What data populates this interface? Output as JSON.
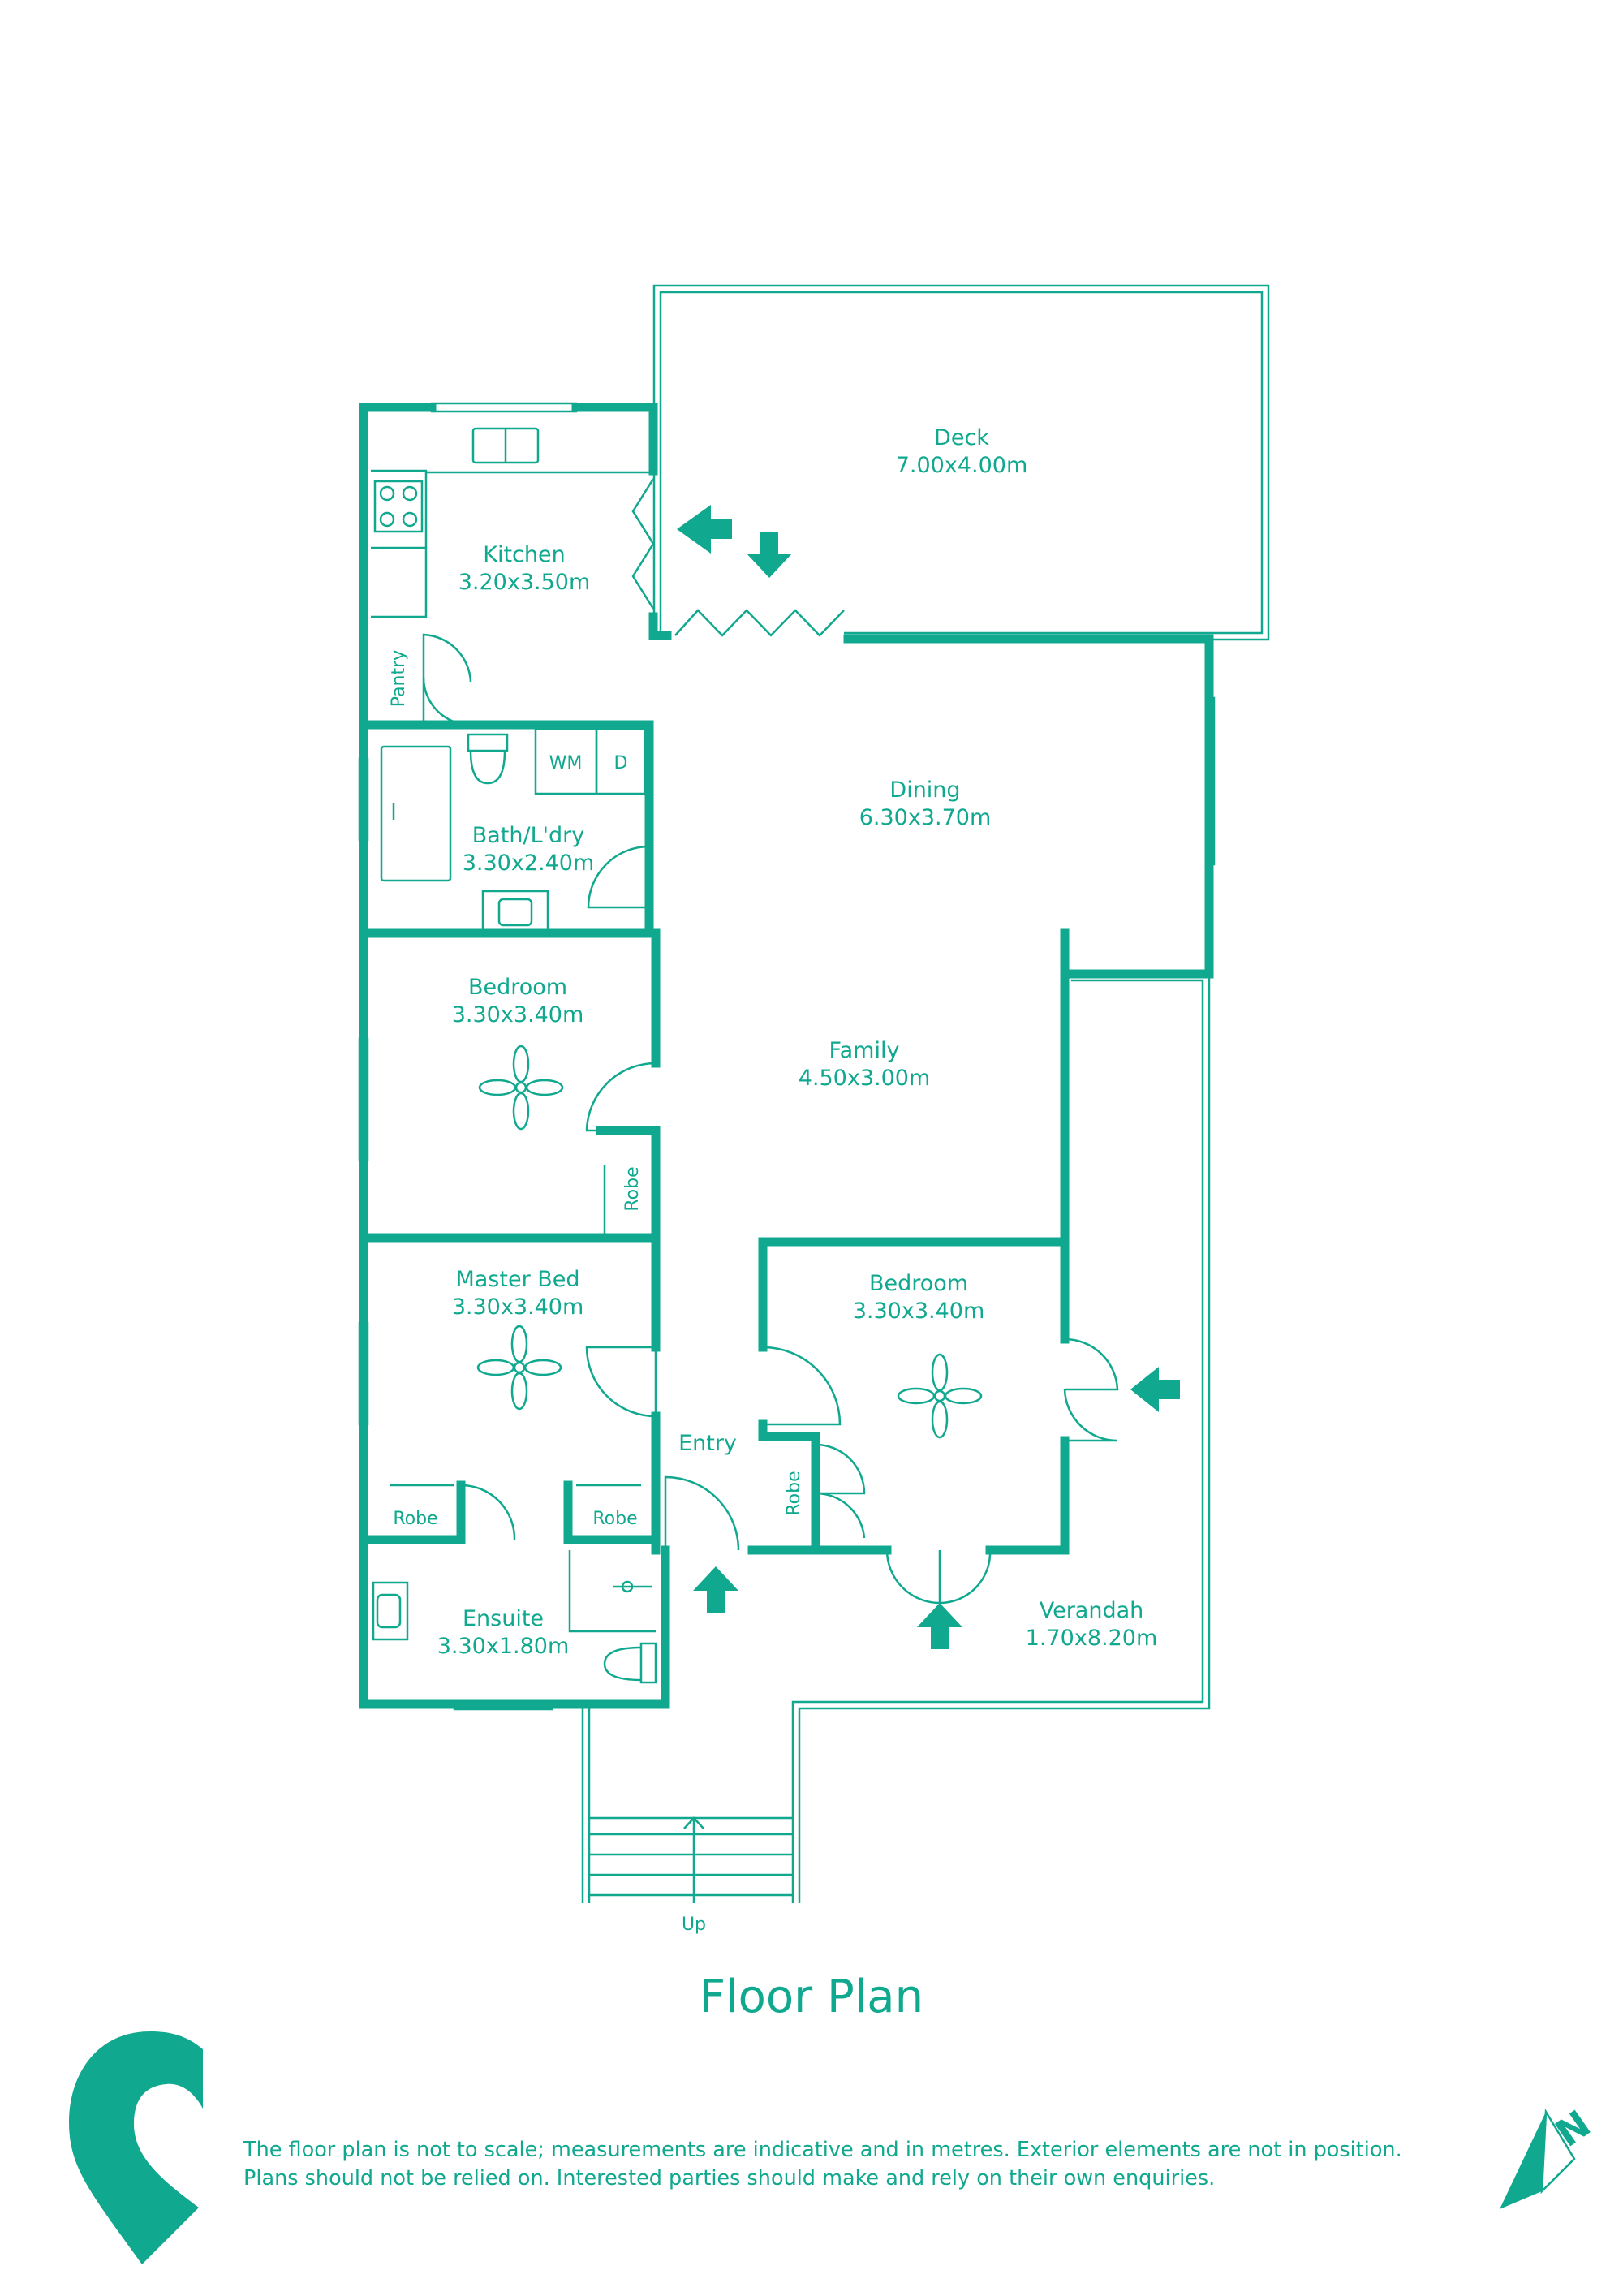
{
  "plan": {
    "title": "Floor Plan",
    "accent_color": "#10a88e",
    "rooms": {
      "deck": {
        "name": "Deck",
        "size": "7.00x4.00m"
      },
      "kitchen": {
        "name": "Kitchen",
        "size": "3.20x3.50m"
      },
      "dining": {
        "name": "Dining",
        "size": "6.30x3.70m"
      },
      "bath": {
        "name": "Bath/L'dry",
        "size": "3.30x2.40m"
      },
      "bedroom1": {
        "name": "Bedroom",
        "size": "3.30x3.40m"
      },
      "family": {
        "name": "Family",
        "size": "4.50x3.00m"
      },
      "master": {
        "name": "Master Bed",
        "size": "3.30x3.40m"
      },
      "bedroom2": {
        "name": "Bedroom",
        "size": "3.30x3.40m"
      },
      "ensuite": {
        "name": "Ensuite",
        "size": "3.30x1.80m"
      },
      "verandah": {
        "name": "Verandah",
        "size": "1.70x8.20m"
      }
    },
    "labels": {
      "pantry": "Pantry",
      "wm": "WM",
      "dryer": "D",
      "robe": "Robe",
      "entry": "Entry",
      "stairs_up": "Up"
    },
    "icons": {
      "logo": "brand-logo-icon",
      "compass": "north-compass-icon",
      "entry_arrow": "arrow-icon"
    },
    "compass_letter": "N"
  },
  "disclaimer": {
    "line1": "The floor plan is not to scale; measurements are indicative and in metres. Exterior elements are not in position.",
    "line2": "Plans should not be relied on. Interested parties should make and rely on their own enquiries."
  }
}
